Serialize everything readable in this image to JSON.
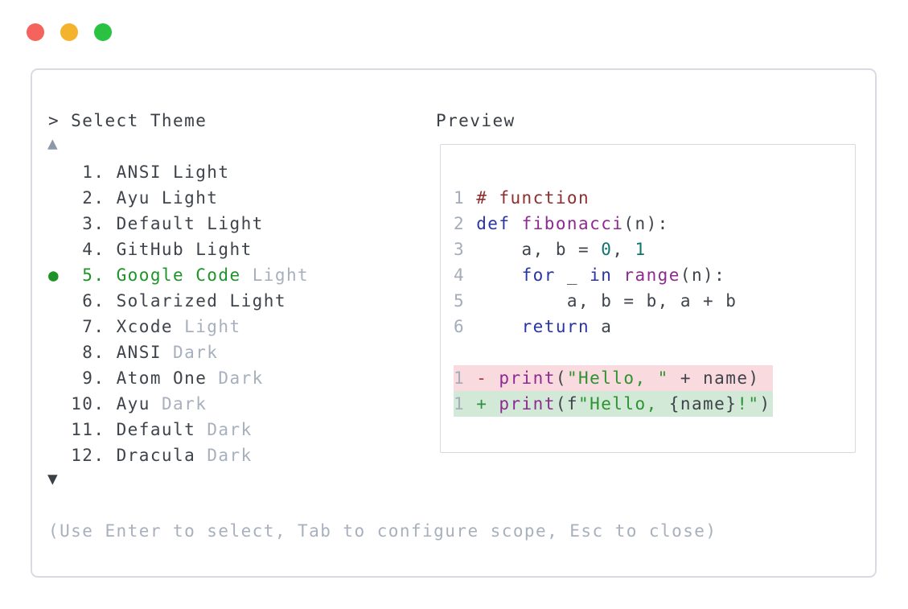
{
  "window": {
    "controls": {
      "close": "close",
      "minimize": "minimize",
      "zoom": "zoom"
    }
  },
  "prompt": {
    "label": "> Select Theme"
  },
  "list": {
    "up_arrow": "▲",
    "down_arrow": "▼",
    "items": [
      {
        "bullet": "",
        "num": " 1. ",
        "label": "ANSI Light",
        "dim": ""
      },
      {
        "bullet": "",
        "num": " 2. ",
        "label": "Ayu Light",
        "dim": ""
      },
      {
        "bullet": "",
        "num": " 3. ",
        "label": "Default Light",
        "dim": ""
      },
      {
        "bullet": "",
        "num": " 4. ",
        "label": "GitHub Light",
        "dim": ""
      },
      {
        "bullet": "●",
        "num": " 5. ",
        "label": "Google Code",
        "dim": "Light",
        "selected": true
      },
      {
        "bullet": "",
        "num": " 6. ",
        "label": "Solarized Light",
        "dim": ""
      },
      {
        "bullet": "",
        "num": " 7. ",
        "label": "Xcode",
        "dim": "Light"
      },
      {
        "bullet": "",
        "num": " 8. ",
        "label": "ANSI",
        "dim": "Dark"
      },
      {
        "bullet": "",
        "num": " 9. ",
        "label": "Atom One",
        "dim": "Dark"
      },
      {
        "bullet": "",
        "num": "10. ",
        "label": "Ayu",
        "dim": "Dark"
      },
      {
        "bullet": "",
        "num": "11. ",
        "label": "Default",
        "dim": "Dark"
      },
      {
        "bullet": "",
        "num": "12. ",
        "label": "Dracula",
        "dim": "Dark"
      }
    ]
  },
  "preview": {
    "heading": "Preview",
    "code_lines": [
      {
        "num": "1",
        "segs": [
          {
            "c": "comment",
            "t": "# function"
          }
        ]
      },
      {
        "num": "2",
        "segs": [
          {
            "c": "kw",
            "t": "def"
          },
          {
            "c": "plain",
            "t": " "
          },
          {
            "c": "fn",
            "t": "fibonacci"
          },
          {
            "c": "plain",
            "t": "(n):"
          }
        ]
      },
      {
        "num": "3",
        "segs": [
          {
            "c": "plain",
            "t": "    a, b = "
          },
          {
            "c": "lit",
            "t": "0"
          },
          {
            "c": "plain",
            "t": ", "
          },
          {
            "c": "lit",
            "t": "1"
          }
        ]
      },
      {
        "num": "4",
        "segs": [
          {
            "c": "plain",
            "t": "    "
          },
          {
            "c": "kw",
            "t": "for"
          },
          {
            "c": "plain",
            "t": " _ "
          },
          {
            "c": "kw",
            "t": "in"
          },
          {
            "c": "plain",
            "t": " "
          },
          {
            "c": "fn",
            "t": "range"
          },
          {
            "c": "plain",
            "t": "(n):"
          }
        ]
      },
      {
        "num": "5",
        "segs": [
          {
            "c": "plain",
            "t": "        a, b = b, a + b"
          }
        ]
      },
      {
        "num": "6",
        "segs": [
          {
            "c": "plain",
            "t": "    "
          },
          {
            "c": "kw",
            "t": "return"
          },
          {
            "c": "plain",
            "t": " a"
          }
        ]
      }
    ],
    "diff_lines": [
      {
        "num": "1",
        "type": "removed",
        "segs": [
          {
            "c": "minus",
            "t": "- "
          },
          {
            "c": "fn",
            "t": "print"
          },
          {
            "c": "plain",
            "t": "("
          },
          {
            "c": "str",
            "t": "\"Hello, \""
          },
          {
            "c": "plain",
            "t": " + name)"
          }
        ]
      },
      {
        "num": "1",
        "type": "added",
        "segs": [
          {
            "c": "plus",
            "t": "+ "
          },
          {
            "c": "fn",
            "t": "print"
          },
          {
            "c": "plain",
            "t": "(f"
          },
          {
            "c": "str",
            "t": "\"Hello, "
          },
          {
            "c": "plain",
            "t": "{name}"
          },
          {
            "c": "str",
            "t": "!\""
          },
          {
            "c": "plain",
            "t": ")"
          }
        ]
      }
    ]
  },
  "footer": {
    "hint": "(Use Enter to select, Tab to configure scope, Esc to close)"
  },
  "colors": {
    "selected_green": "#1e9428",
    "dim_text": "#a8b0be",
    "dark_text": "#3f434b",
    "diff_removed_bg": "#f9dade",
    "diff_added_bg": "#d2e9d8",
    "traffic_red": "#f4645c",
    "traffic_yellow": "#f4b32d",
    "traffic_green": "#2cc241"
  }
}
